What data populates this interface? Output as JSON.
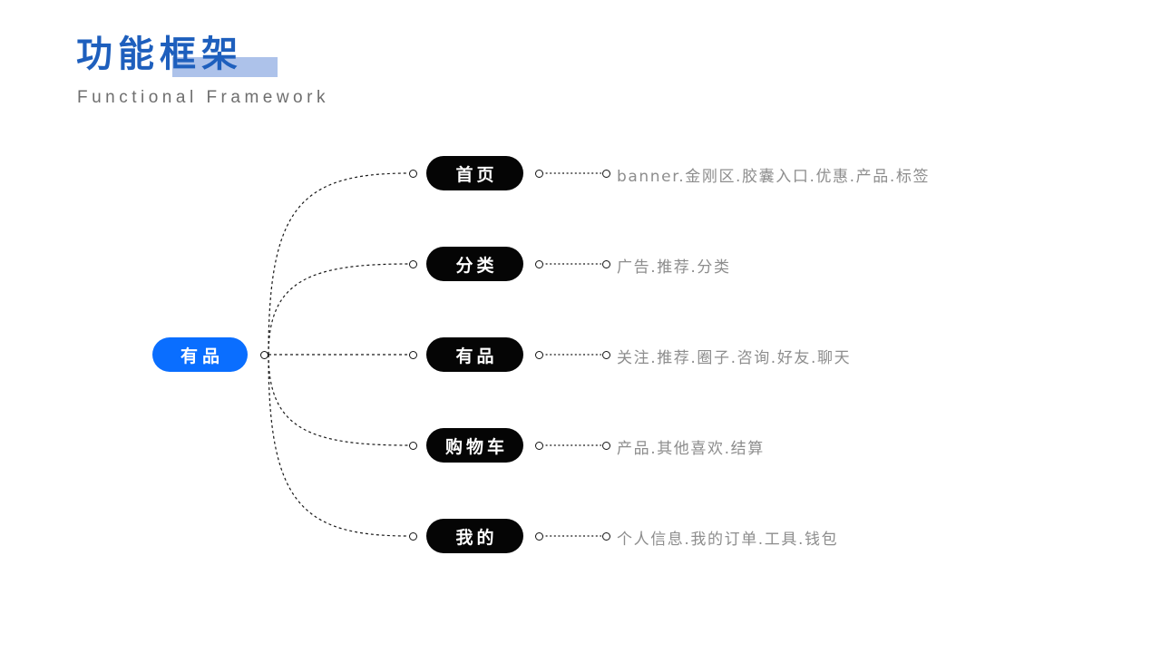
{
  "header": {
    "title_cn": "功能框架",
    "subtitle_en": "Functional Framework",
    "title_color": "#1e5fbd",
    "highlight_color": "#adc2ea",
    "subtitle_color": "#6e6e6e"
  },
  "diagram": {
    "type": "mind-map",
    "accent_color": "#0a6eff",
    "branch_color": "#050505",
    "leaf_text_color": "#8d8d8d",
    "root": {
      "label": "有品"
    },
    "branches": [
      {
        "label": "首页",
        "detail": "banner.金刚区.胶囊入口.优惠.产品.标签"
      },
      {
        "label": "分类",
        "detail": "广告.推荐.分类"
      },
      {
        "label": "有品",
        "detail": "关注.推荐.圈子.咨询.好友.聊天"
      },
      {
        "label": "购物车",
        "detail": "产品.其他喜欢.结算"
      },
      {
        "label": "我的",
        "detail": "个人信息.我的订单.工具.钱包"
      }
    ]
  }
}
